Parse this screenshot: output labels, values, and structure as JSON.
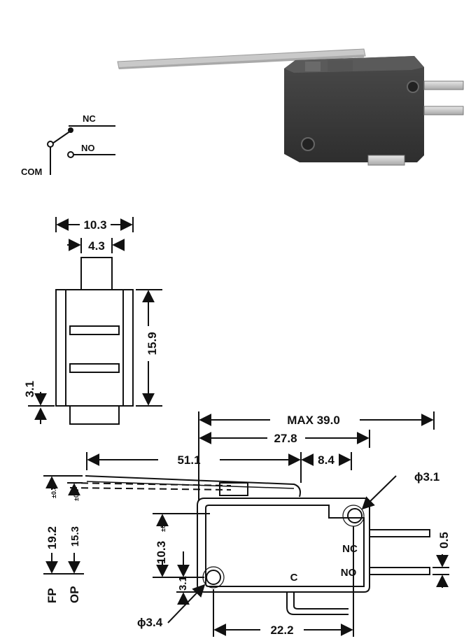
{
  "schematic": {
    "nc": "NC",
    "no": "NO",
    "com": "COM"
  },
  "front_view": {
    "width_total": "10.3",
    "width_plunger": "4.3",
    "height": "15.9",
    "bottom": "3.1"
  },
  "side_view": {
    "max_length": "MAX 39.0",
    "body_length": "27.8",
    "lever_length": "51.1",
    "lever_offset": "8.4",
    "fp_height": "19.2",
    "fp_tol": "±0.8",
    "op_height": "15.3",
    "op_tol": "±0.6",
    "fp": "FP",
    "op": "OP",
    "hole_height": "10.3",
    "hole_height_tol": "±0.1",
    "hole_offset": "3.1",
    "hole_small": "ϕ3.1",
    "hole_large": "ϕ3.4",
    "hole_spacing": "22.2",
    "terminal_thickness": "0.5",
    "term_nc": "NC",
    "term_no": "NO",
    "term_c": "C"
  }
}
